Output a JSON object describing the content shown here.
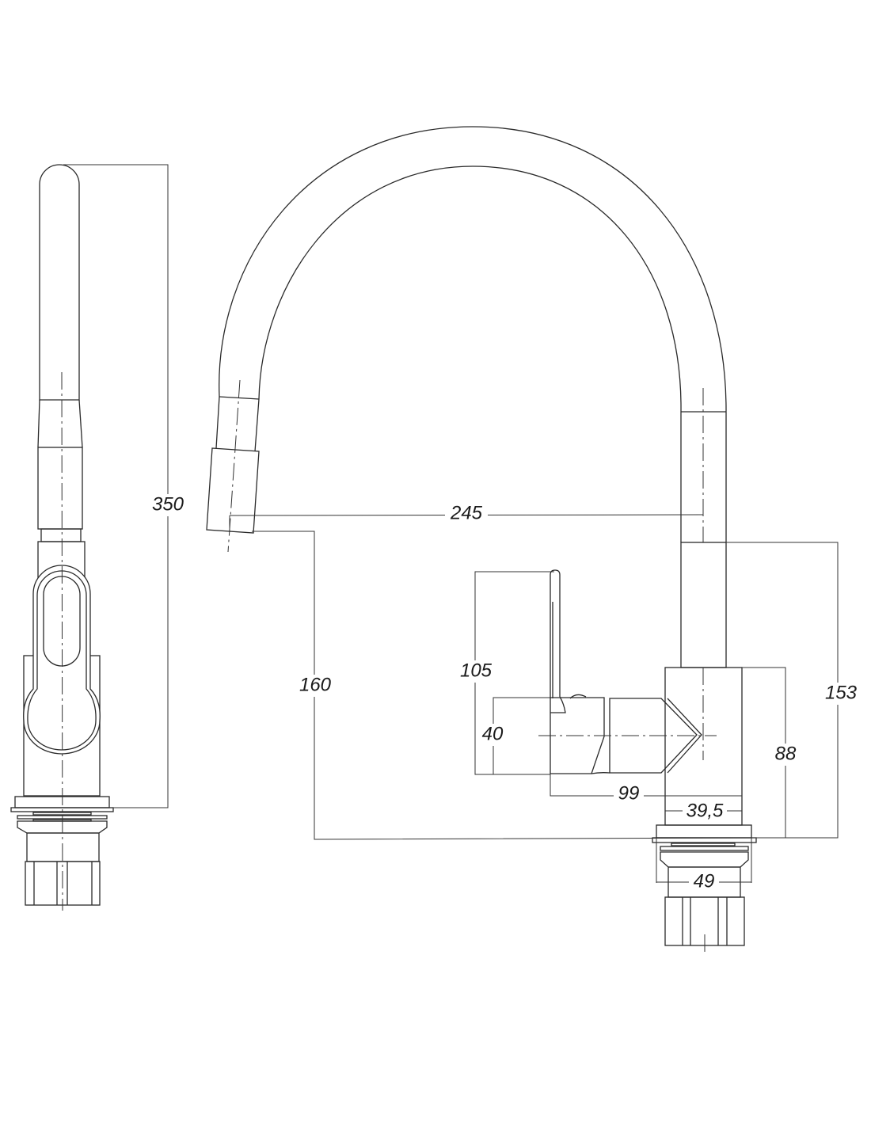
{
  "drawing": {
    "side_view": {
      "height_label": "350"
    },
    "front_view": {
      "reach_label": "245",
      "spout_height_label": "160",
      "body_total_label": "153",
      "body_height_label": "88",
      "lever_height_label": "105",
      "lever_block_label": "40",
      "lever_reach_label": "99",
      "body_width_label": "39,5",
      "base_width_label": "49"
    },
    "line_color": "#2a2a2a"
  }
}
